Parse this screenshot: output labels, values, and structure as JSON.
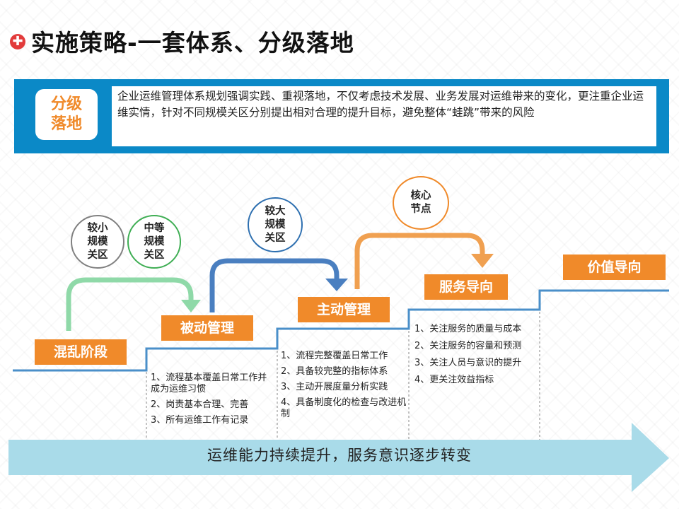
{
  "header": {
    "icon": "plus-icon",
    "title": "实施策略-一套体系、分级落地"
  },
  "banner": {
    "tag": "分级\n落地",
    "text": "企业运维管理体系规划强调实践、重视落地，不仅考虑技术发展、业务发展对运维带来的变化，更注重企业运维实情，针对不同规模关区分别提出相对合理的提升目标，避免整体“蛙跳”带来的风险"
  },
  "stages": [
    {
      "label": "混乱阶段"
    },
    {
      "label": "被动管理"
    },
    {
      "label": "主动管理"
    },
    {
      "label": "服务导向"
    },
    {
      "label": "价值导向"
    }
  ],
  "circles": [
    {
      "label": "较小\n规模\n关区",
      "color": "#808080"
    },
    {
      "label": "中等\n规模\n关区",
      "color": "#3fae54"
    },
    {
      "label": "较大\n规模\n关区",
      "color": "#2d6fb0"
    },
    {
      "label": "核心\n节点",
      "color": "#f08a2a"
    }
  ],
  "bullets": {
    "passive": [
      "1、流程基本覆盖日常工作并成为运维习惯",
      "2、岗责基本合理、完善",
      "3、所有运维工作有记录"
    ],
    "active": [
      "1、流程完整覆盖日常工作",
      "2、具备较完整的指标体系",
      "3、主动开展度量分析实践",
      "4、具备制度化的检查与改进机制"
    ],
    "service": [
      "1、关注服务的质量与成本",
      "2、关注服务的容量和预测",
      "3、关注人员与意识的提升",
      "4、更关注效益指标"
    ]
  },
  "bottom_arrow": {
    "text": "运维能力持续提升，服务意识逐步转变"
  },
  "colors": {
    "accent": "#f08a2a",
    "banner": "#0b89c7",
    "step_line": "#4a8fc9",
    "arrow_fill": "#a9dbe9",
    "green_arrow": "#8fd9a8",
    "blue_arrow": "#4a7fc0",
    "orange_arrow": "#f0a050"
  }
}
